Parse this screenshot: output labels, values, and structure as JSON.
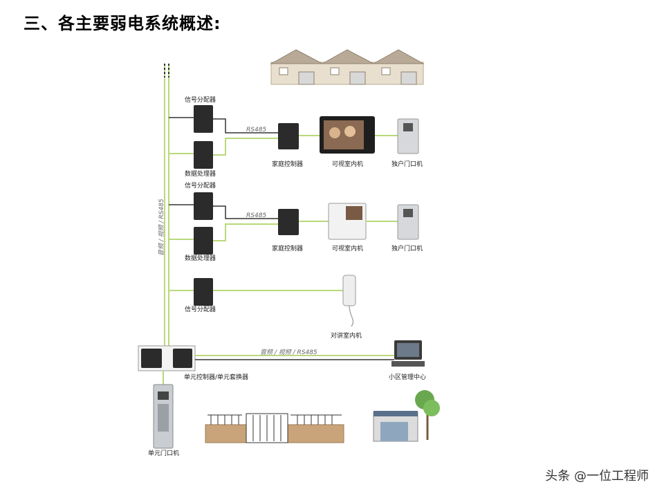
{
  "title": "三、各主要弱电系统概述:",
  "labels": {
    "splitter1": "信号分配器",
    "processor1": "数据处理器",
    "splitter2": "信号分配器",
    "processor2": "数据处理器",
    "splitter3": "信号分配器",
    "rs485_1": "RS485",
    "rs485_2": "RS485",
    "home_ctrl1": "家庭控制器",
    "home_ctrl2": "家庭控制器",
    "video_indoor1": "可视室内机",
    "video_indoor2": "可视室内机",
    "villa_door1": "独户门口机",
    "villa_door2": "独户门口机",
    "intercom_indoor": "对讲室内机",
    "vertical_bus": "音频 / 视频 / RS485",
    "horizontal_bus": "音频 / 视频 / RS485",
    "unit_ctrl": "单元控制器/单元套换器",
    "mgmt_center": "小区管理中心",
    "unit_door": "单元门口机"
  },
  "watermark": "头条 @一位工程师",
  "colors": {
    "line": "#b9d97a",
    "wire": "#333333",
    "device": "#2b2b2b"
  }
}
